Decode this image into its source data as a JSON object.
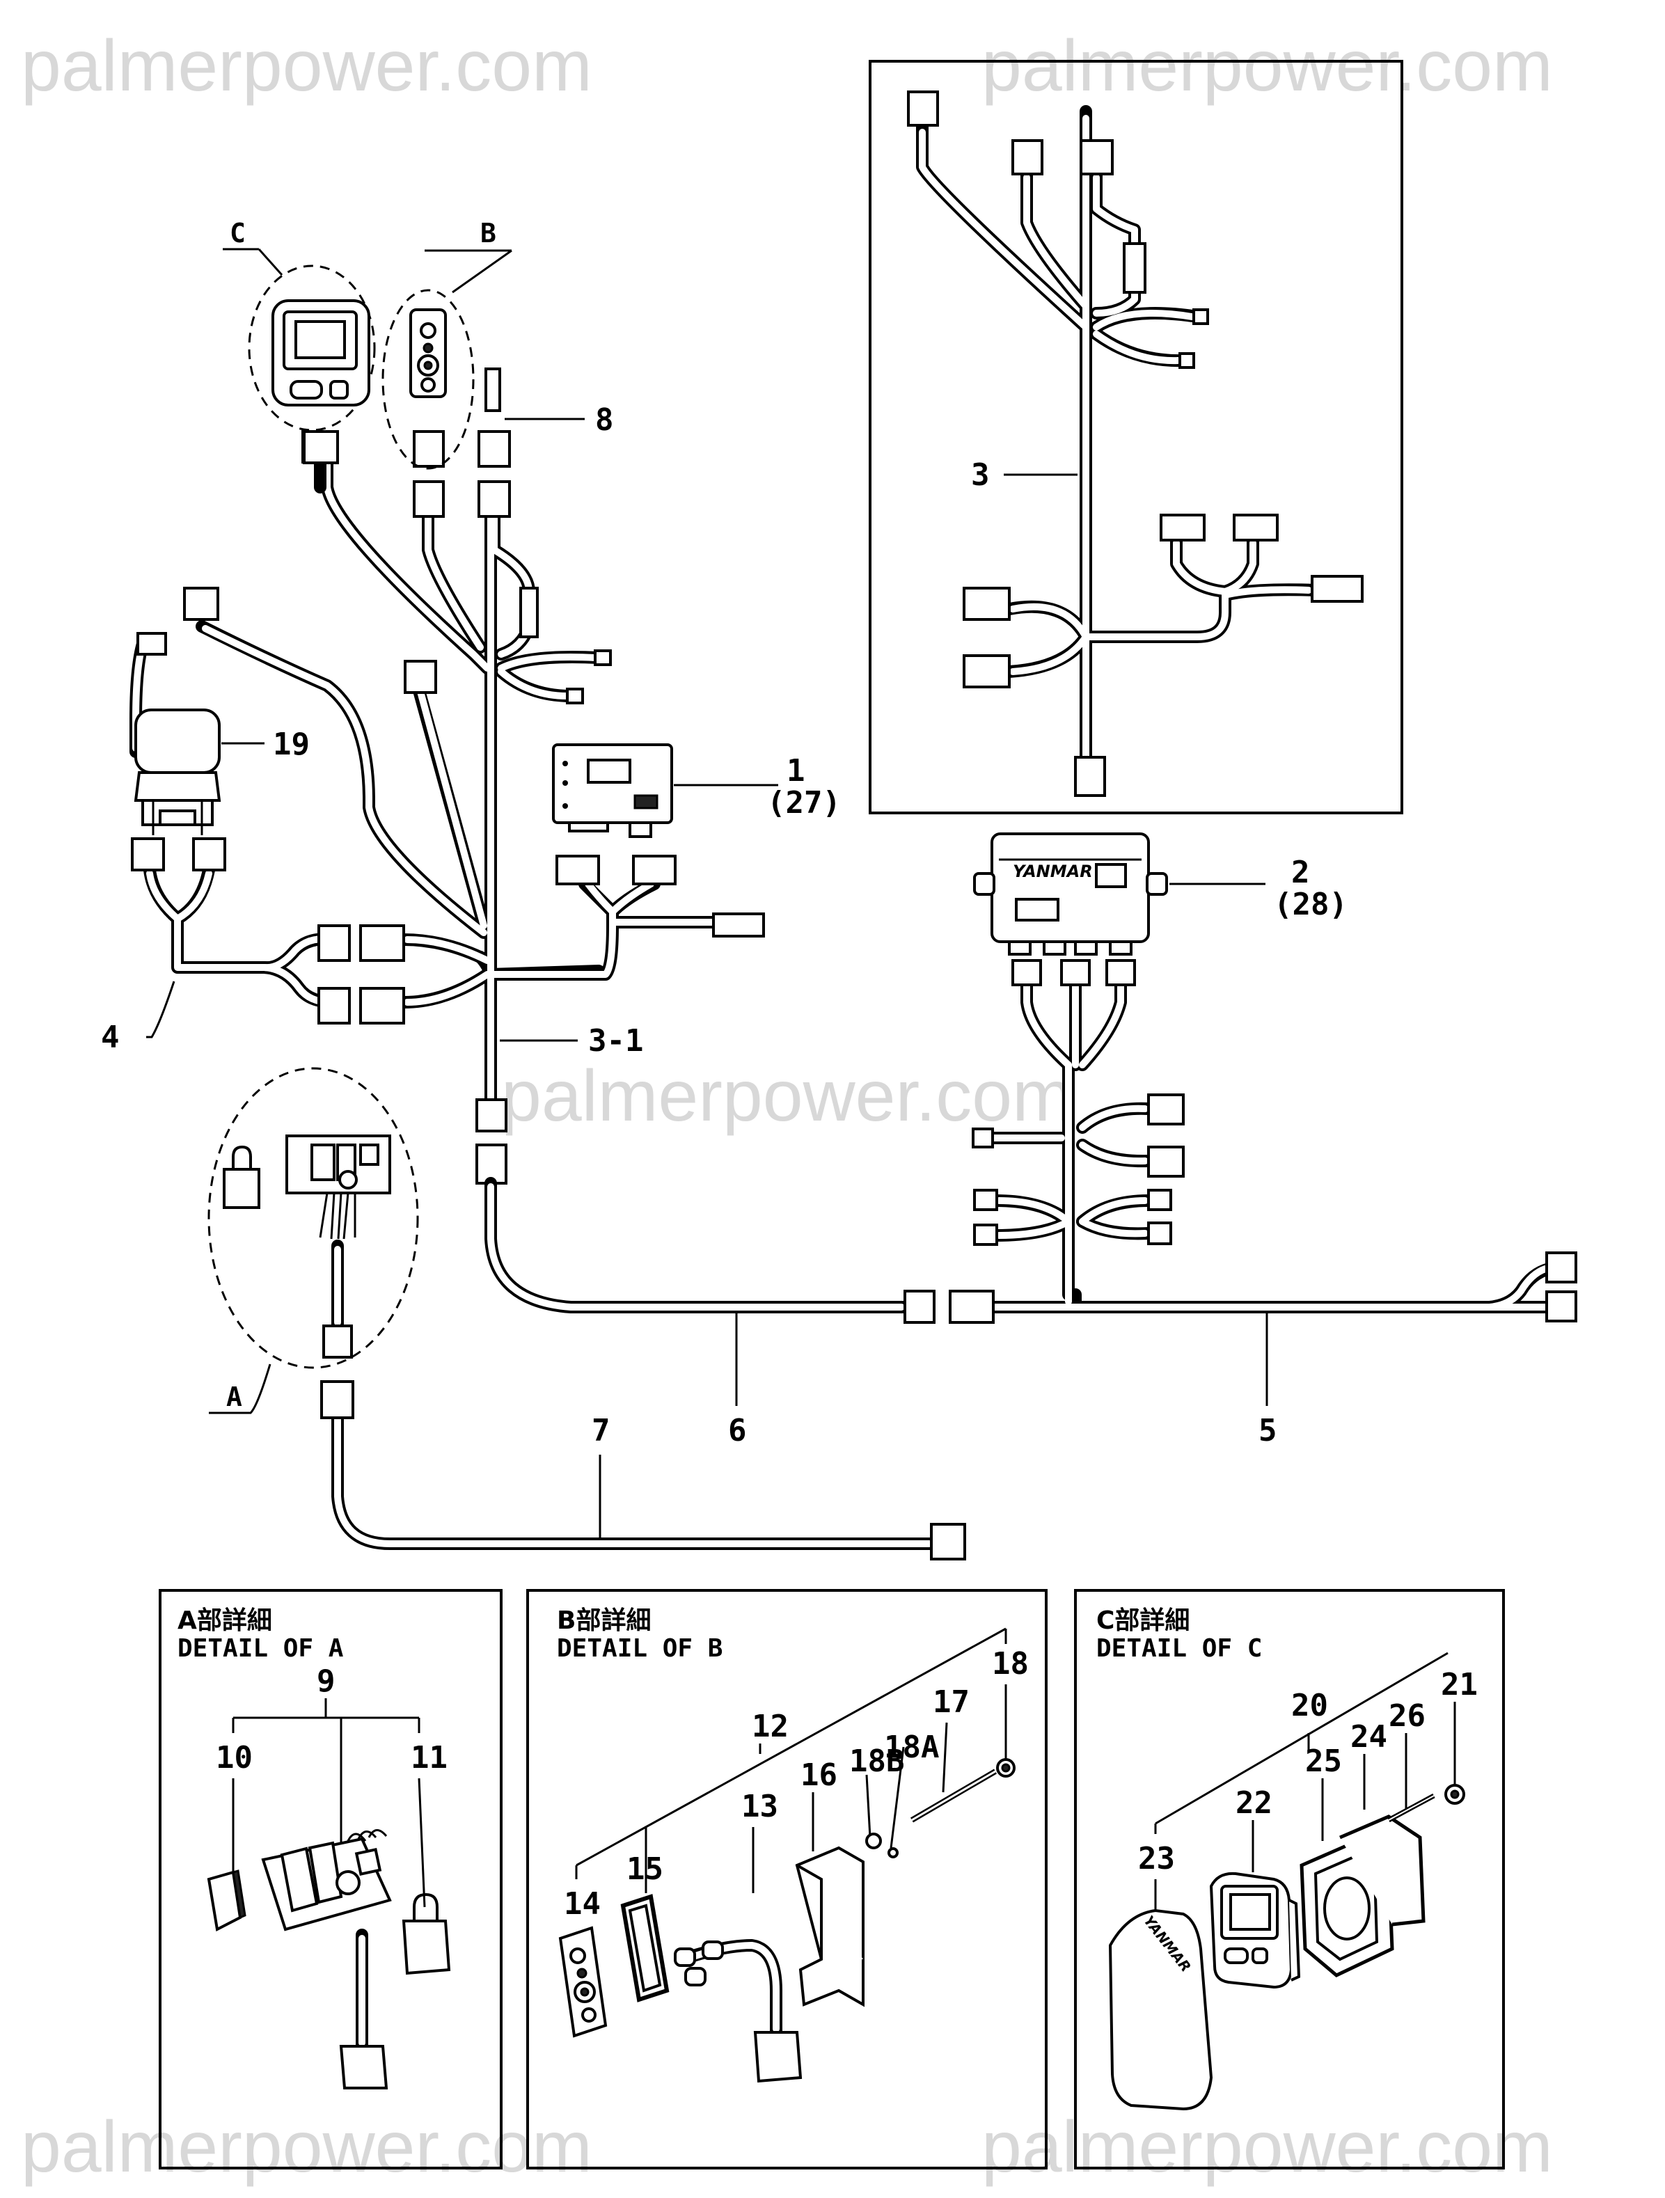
{
  "watermark": {
    "text": "palmerpower.com"
  },
  "callouts": {
    "c1": "1",
    "c1_alt": "(27)",
    "c2": "2",
    "c2_alt": "(28)",
    "c3": "3",
    "c3_1": "3-1",
    "c4": "4",
    "c5": "5",
    "c6": "6",
    "c7": "7",
    "c8": "8",
    "c19": "19",
    "detail_a": "A",
    "detail_b": "B",
    "detail_c": "C"
  },
  "detail_a": {
    "title_jp": "A部詳細",
    "title_en": "DETAIL OF A",
    "parts": [
      "9",
      "10",
      "11"
    ]
  },
  "detail_b": {
    "title_jp": "B部詳細",
    "title_en": "DETAIL OF B",
    "parts": [
      "12",
      "13",
      "14",
      "15",
      "16",
      "17",
      "18",
      "18A",
      "18B"
    ]
  },
  "detail_c": {
    "title_jp": "C部詳細",
    "title_en": "DETAIL OF C",
    "parts": [
      "20",
      "21",
      "22",
      "23",
      "24",
      "25",
      "26"
    ]
  },
  "brand": {
    "name": "YANMAR"
  }
}
